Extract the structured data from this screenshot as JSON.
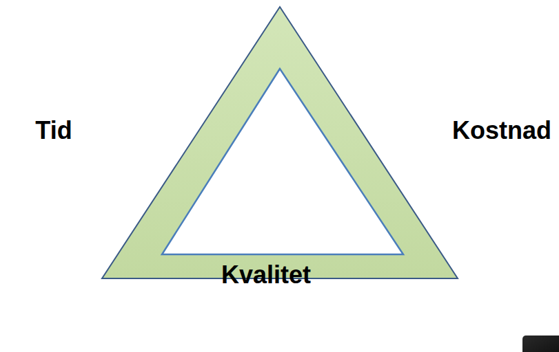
{
  "diagram": {
    "labels": [
      "Tid",
      "Kostnad",
      "Kvalitet"
    ]
  }
}
